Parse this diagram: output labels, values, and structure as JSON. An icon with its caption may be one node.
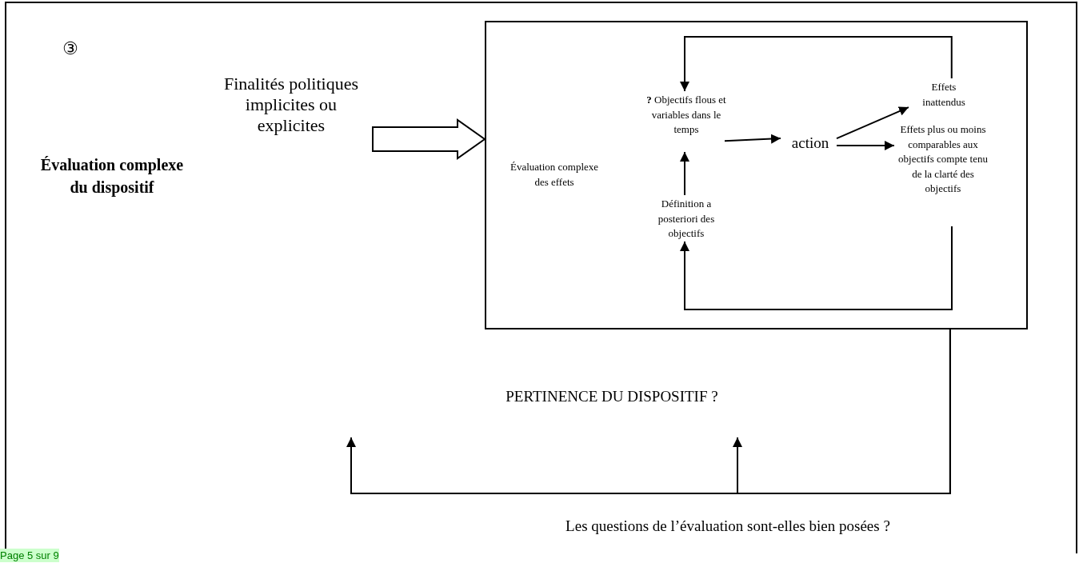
{
  "diagram": {
    "nodes": [
      {
        "text": [
          "Finalités politiques implicites ou explicites"
        ]
      },
      {
        "text": [
          "Évaluation complexe des effets"
        ]
      },
      {
        "text": [
          "**?** Objectifs flous et variables dans le temps"
        ],
        "in": 1
      },
      {
        "text": [
          "Définition a posteriori des objectifs"
        ],
        "in": 1
      },
      {
        "text": [
          "action"
        ],
        "in": 1
      },
      {
        "text": [
          "Effets inattendus"
        ],
        "in": 1
      },
      {
        "text": [
          "Effets plus ou moins comparables aux objectifs compte tenu de la clarté  des objectifs"
        ],
        "in": 1
      },
      {
        "text": [
          "PERTINENCE DU DISPOSITIF ?"
        ]
      }
    ],
    "edges": [
      {
        "from": 0,
        "to": 1,
        "arrow": "to",
        "style": "thick"
      },
      {
        "from": 3,
        "to": 2,
        "arrow": "to"
      },
      {
        "from": 2,
        "to": 4,
        "arrow": "to"
      },
      {
        "from": 4,
        "to": 5,
        "arrow": "to"
      },
      {
        "from": 4,
        "to": 6,
        "arrow": "to"
      },
      {
        "from": 5,
        "to": 2,
        "arrow": "to"
      },
      {
        "from": 6,
        "to": 3,
        "arrow": "to"
      },
      {
        "from": 1,
        "to": null,
        "arrow": "to"
      },
      {
        "from": 1,
        "to": 7,
        "arrow": "to"
      }
    ],
    "labels": [
      "③",
      "Évaluation complexe du dispositif",
      "Les questions de l’évaluation sont-elles bien posées ?",
      "Page 5 sur 9"
    ]
  }
}
